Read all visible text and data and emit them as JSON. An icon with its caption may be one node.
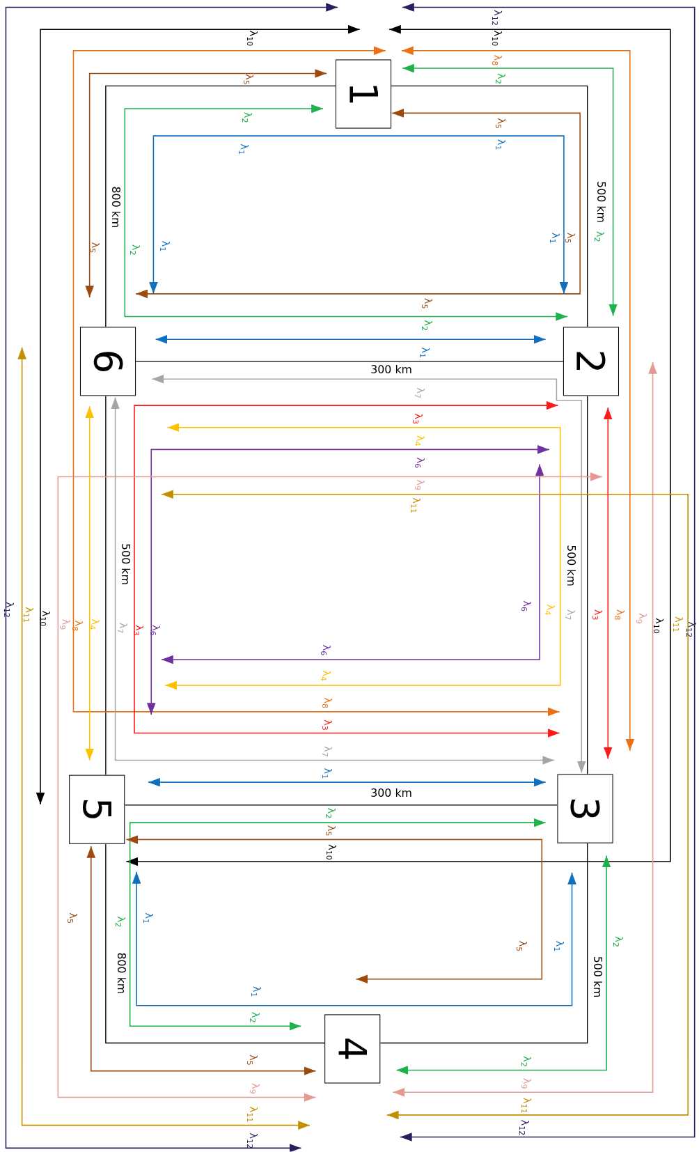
{
  "diagram": {
    "nodes": [
      {
        "text": [
          "1"
        ]
      },
      {
        "text": [
          "6"
        ]
      },
      {
        "text": [
          "2"
        ]
      },
      {
        "text": [
          "5"
        ]
      },
      {
        "text": [
          "3"
        ]
      },
      {
        "text": [
          "4"
        ]
      }
    ],
    "edges": [
      {
        "from": 0,
        "to": 1,
        "arrow": "none",
        "label": "800 km"
      },
      {
        "from": 0,
        "to": 2,
        "arrow": "none",
        "label": "500 km"
      },
      {
        "from": 1,
        "to": 2,
        "arrow": "none",
        "label": "300 km"
      },
      {
        "from": 1,
        "to": 3,
        "arrow": "none",
        "label": "500 km"
      },
      {
        "from": 2,
        "to": 4,
        "arrow": "none",
        "label": "500 km"
      },
      {
        "from": 3,
        "to": 4,
        "arrow": "none",
        "label": "300 km"
      },
      {
        "from": 3,
        "to": 5,
        "arrow": "none",
        "label": "800 km"
      },
      {
        "from": 4,
        "to": 5,
        "arrow": "none",
        "label": "500 km"
      },
      {
        "from": 0,
        "to": 5,
        "arrow": "both",
        "label": "λ$_{12}$",
        "color": "#2a1f5e"
      },
      {
        "from": 0,
        "to": 5,
        "arrow": "both",
        "label": "λ$_{12}$",
        "color": "#2a1f5e"
      },
      {
        "from": 0,
        "to": 3,
        "arrow": "both",
        "label": "λ$_{10}$"
      },
      {
        "from": 0,
        "to": 3,
        "arrow": "both",
        "label": "λ$_{10}$"
      },
      {
        "from": 0,
        "to": 4,
        "arrow": "both",
        "label": "λ$_{8}$",
        "color": "#ed7014"
      },
      {
        "from": 0,
        "to": 4,
        "arrow": "both",
        "label": "λ$_{8}$",
        "color": "#ed7014"
      },
      {
        "from": 0,
        "to": 1,
        "arrow": "both",
        "label": "λ$_{5}$",
        "color": "#9c4a10"
      },
      {
        "from": 0,
        "to": 1,
        "arrow": "both",
        "label": "λ$_{5}$",
        "color": "#9c4a10"
      },
      {
        "from": 0,
        "to": 2,
        "arrow": "both",
        "label": "λ$_{2}$",
        "color": "#1fb14c"
      },
      {
        "from": 0,
        "to": 2,
        "arrow": "both",
        "label": "λ$_{2}$",
        "color": "#1fb14c"
      },
      {
        "from": 1,
        "to": 2,
        "arrow": "both",
        "label": "λ$_{1}$",
        "color": "#1070c0"
      },
      {
        "from": 1,
        "to": 2,
        "arrow": "both",
        "label": "λ$_{1}$",
        "color": "#1070c0"
      },
      {
        "from": 1,
        "to": 4,
        "arrow": "both",
        "label": "λ$_{7}$",
        "color": "#a6a6a6"
      },
      {
        "from": 2,
        "to": 4,
        "arrow": "both",
        "label": "λ$_{3}$",
        "color": "#ff1a1a"
      },
      {
        "from": 1,
        "to": null,
        "arrow": "both",
        "label": "λ$_{4}$",
        "color": "#ffc000"
      },
      {
        "from": 2,
        "to": 3,
        "arrow": "both",
        "label": "λ$_{6}$",
        "color": "#7030a0"
      },
      {
        "from": 2,
        "to": null,
        "arrow": "both",
        "label": "λ$_{6}$",
        "color": "#7030a0"
      },
      {
        "from": 2,
        "to": 5,
        "arrow": "both",
        "label": "λ$_{9}$",
        "color": "#e39a94"
      },
      {
        "from": 2,
        "to": 5,
        "arrow": "both",
        "label": "λ$_{9}$",
        "color": "#e39a94"
      },
      {
        "from": null,
        "to": 5,
        "arrow": "both",
        "label": "λ$_{11}$",
        "color": "#c09000"
      },
      {
        "from": 1,
        "to": 5,
        "arrow": "both",
        "label": "λ$_{11}$",
        "color": "#c09000"
      },
      {
        "from": 2,
        "to": 4,
        "arrow": "both",
        "label": "λ$_{3}$",
        "color": "#ff1a1a"
      },
      {
        "from": 1,
        "to": 3,
        "arrow": "both",
        "label": "λ$_{4}$",
        "color": "#ffc000"
      },
      {
        "from": 1,
        "to": 4,
        "arrow": "both",
        "label": "λ$_{7}$",
        "color": "#a6a6a6"
      },
      {
        "from": 3,
        "to": 4,
        "arrow": "both",
        "label": "λ$_{1}$",
        "color": "#1070c0"
      },
      {
        "from": 4,
        "to": 5,
        "arrow": "both",
        "label": "λ$_{2}$",
        "color": "#1fb14c"
      },
      {
        "from": 3,
        "to": 5,
        "arrow": "both",
        "label": "λ$_{5}$",
        "color": "#9c4a10"
      },
      {
        "from": 3,
        "to": 4,
        "arrow": "both",
        "label": "λ$_{1}$",
        "color": "#1070c0"
      },
      {
        "from": 3,
        "to": 5,
        "arrow": "both",
        "label": "λ$_{5}$",
        "color": "#9c4a10"
      },
      {
        "from": 4,
        "to": 5,
        "arrow": "both",
        "label": "λ$_{2}$",
        "color": "#1fb14c"
      }
    ],
    "labels": [
      "λ$_{12}$",
      "λ$_{12}$",
      "λ$_{12}$",
      "λ$_{10}$",
      "λ$_{10}$",
      "λ$_{10}$",
      "λ$_{8}$",
      "λ$_{8}$",
      "λ$_{5}$",
      "λ$_{5}$",
      "λ$_{5}$",
      "λ$_{2}$",
      "λ$_{2}$",
      "λ$_{2}$",
      "λ$_{1}$",
      "λ$_{1}$",
      "λ$_{1}$",
      "λ$_{7}$",
      "λ$_{3}$",
      "λ$_{3}$",
      "λ$_{4}$",
      "λ$_{4}$",
      "λ$_{6}$",
      "λ$_{6}$",
      "λ$_{9}$",
      "λ$_{9}$",
      "λ$_{9}$",
      "λ$_{11}$",
      "λ$_{11}$",
      "λ$_{11}$",
      "λ$_{7}$",
      "λ$_{2}$",
      "λ$_{2}$",
      "λ$_{5}$",
      "λ$_{1}$",
      "λ$_{1}$",
      "λ$_{5}$",
      "λ$_{2}$"
    ]
  }
}
